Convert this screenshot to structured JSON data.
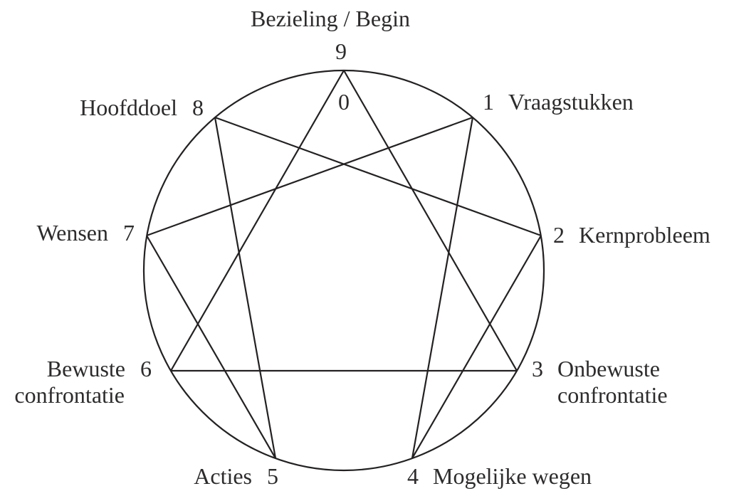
{
  "diagram": {
    "type": "enneagram-process-diagram",
    "center_label": "0",
    "points": {
      "p9": {
        "number": "9",
        "label": "Bezieling / Begin"
      },
      "p1": {
        "number": "1",
        "label": "Vraagstukken"
      },
      "p2": {
        "number": "2",
        "label": "Kernprobleem"
      },
      "p3": {
        "number": "3",
        "label_line1": "Onbewuste",
        "label_line2": "confrontatie"
      },
      "p4": {
        "number": "4",
        "label": "Mogelijke wegen"
      },
      "p5": {
        "number": "5",
        "label": "Acties"
      },
      "p6": {
        "number": "6",
        "label_line1": "Bewuste",
        "label_line2": "confrontatie"
      },
      "p7": {
        "number": "7",
        "label": "Wensen"
      },
      "p8": {
        "number": "8",
        "label": "Hoofddoel"
      }
    },
    "connections": [
      "9-3",
      "3-6",
      "6-9",
      "1-4",
      "4-2",
      "2-8",
      "8-5",
      "5-7",
      "7-1"
    ],
    "colors": {
      "line": "#242122",
      "text": "#2d2b2c",
      "background": "#ffffff"
    }
  }
}
